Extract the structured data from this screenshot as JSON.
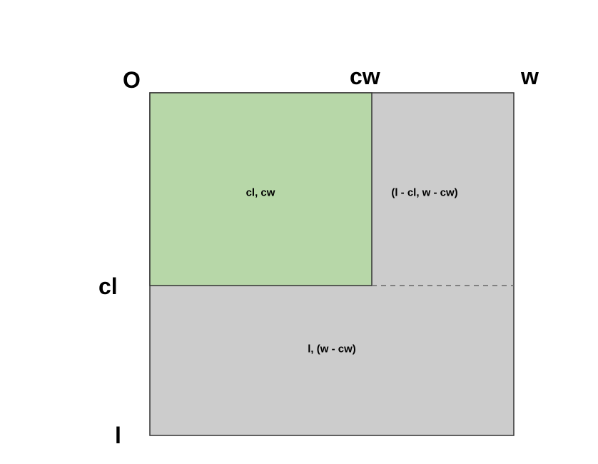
{
  "labels": {
    "origin": "O",
    "cw": "cw",
    "w": "w",
    "cl": "cl",
    "l": "l"
  },
  "regions": {
    "corner": {
      "label": "cl, cw",
      "fill": "#b7d7a8"
    },
    "right": {
      "label": "(l - cl, w - cw)",
      "fill": "#cccccc"
    },
    "bottom": {
      "label": "l, (w - cw)",
      "fill": "#cccccc"
    }
  },
  "colors": {
    "stroke": "#333333",
    "dash": "#666666"
  }
}
